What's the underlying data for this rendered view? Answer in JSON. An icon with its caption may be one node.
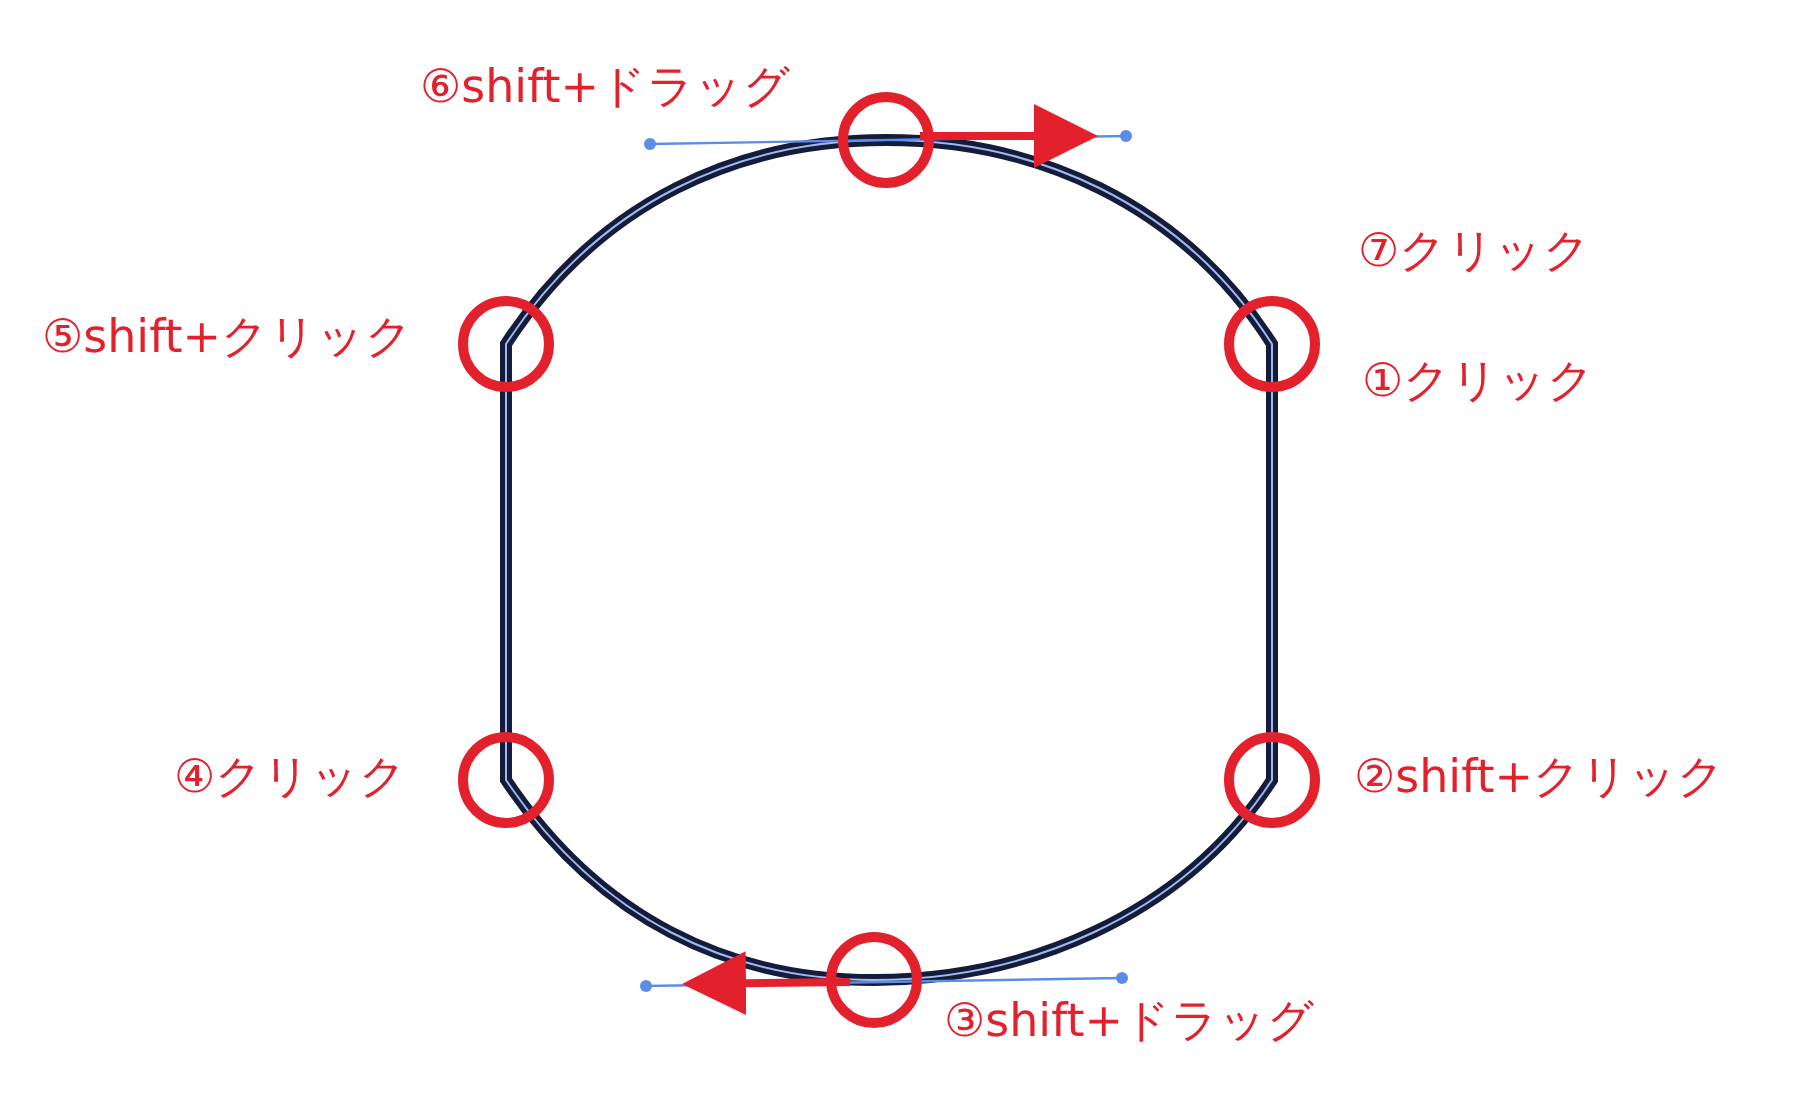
{
  "diagram": {
    "nodes": [
      {
        "text": [],
        "shape": "circle",
        "beside": [
          "⑥shift+ドラッグ"
        ]
      },
      {
        "text": [],
        "shape": "circle",
        "beside": [
          "⑤shift+クリック"
        ]
      },
      {
        "text": [],
        "shape": "circle",
        "beside": [
          "⑦クリック",
          "①クリック"
        ]
      },
      {
        "text": [],
        "shape": "circle",
        "beside": [
          "④クリック"
        ]
      },
      {
        "text": [],
        "shape": "circle",
        "beside": [
          "②shift+クリック"
        ]
      },
      {
        "text": [],
        "shape": "circle",
        "beside": [
          "③shift+ドラッグ"
        ]
      }
    ]
  }
}
